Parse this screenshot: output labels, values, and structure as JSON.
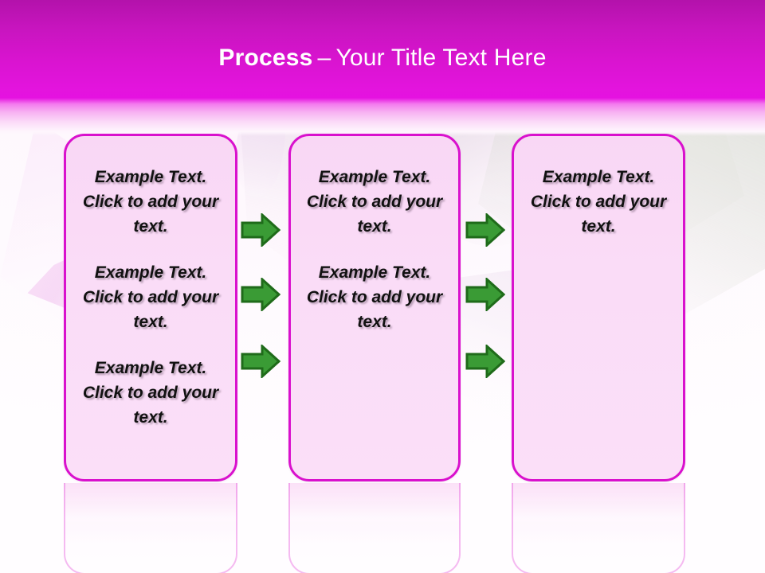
{
  "slide": {
    "title_bold": "Process",
    "title_dash": "–",
    "title_rest": "Your Title Text Here"
  },
  "colors": {
    "header_top": "#b312ab",
    "header_bottom": "#e512e0",
    "box_border": "#d911cd",
    "box_fill": "#fadcf7",
    "arrow_fill": "#3a9b35",
    "arrow_stroke": "#1f6b1a",
    "title_text": "#ffffff",
    "body_text": "#111111"
  },
  "boxes": [
    {
      "id": "box-1",
      "paragraphs": [
        "Example Text. Click  to add your text.",
        "Example Text. Click  to add your text.",
        "Example Text. Click  to add your text."
      ]
    },
    {
      "id": "box-2",
      "paragraphs": [
        "Example Text. Click  to add your text.",
        "Example Text. Click  to add your text."
      ]
    },
    {
      "id": "box-3",
      "paragraphs": [
        "Example Text. Click  to add your text."
      ]
    }
  ],
  "arrows": [
    {
      "id": "arrow-col1-row1",
      "direction": "right",
      "column": 1,
      "row": 1
    },
    {
      "id": "arrow-col1-row2",
      "direction": "right",
      "column": 1,
      "row": 2
    },
    {
      "id": "arrow-col1-row3",
      "direction": "right",
      "column": 1,
      "row": 3
    },
    {
      "id": "arrow-col2-row1",
      "direction": "right",
      "column": 2,
      "row": 1
    },
    {
      "id": "arrow-col2-row2",
      "direction": "right",
      "column": 2,
      "row": 2
    },
    {
      "id": "arrow-col2-row3",
      "direction": "right",
      "column": 2,
      "row": 3
    }
  ]
}
